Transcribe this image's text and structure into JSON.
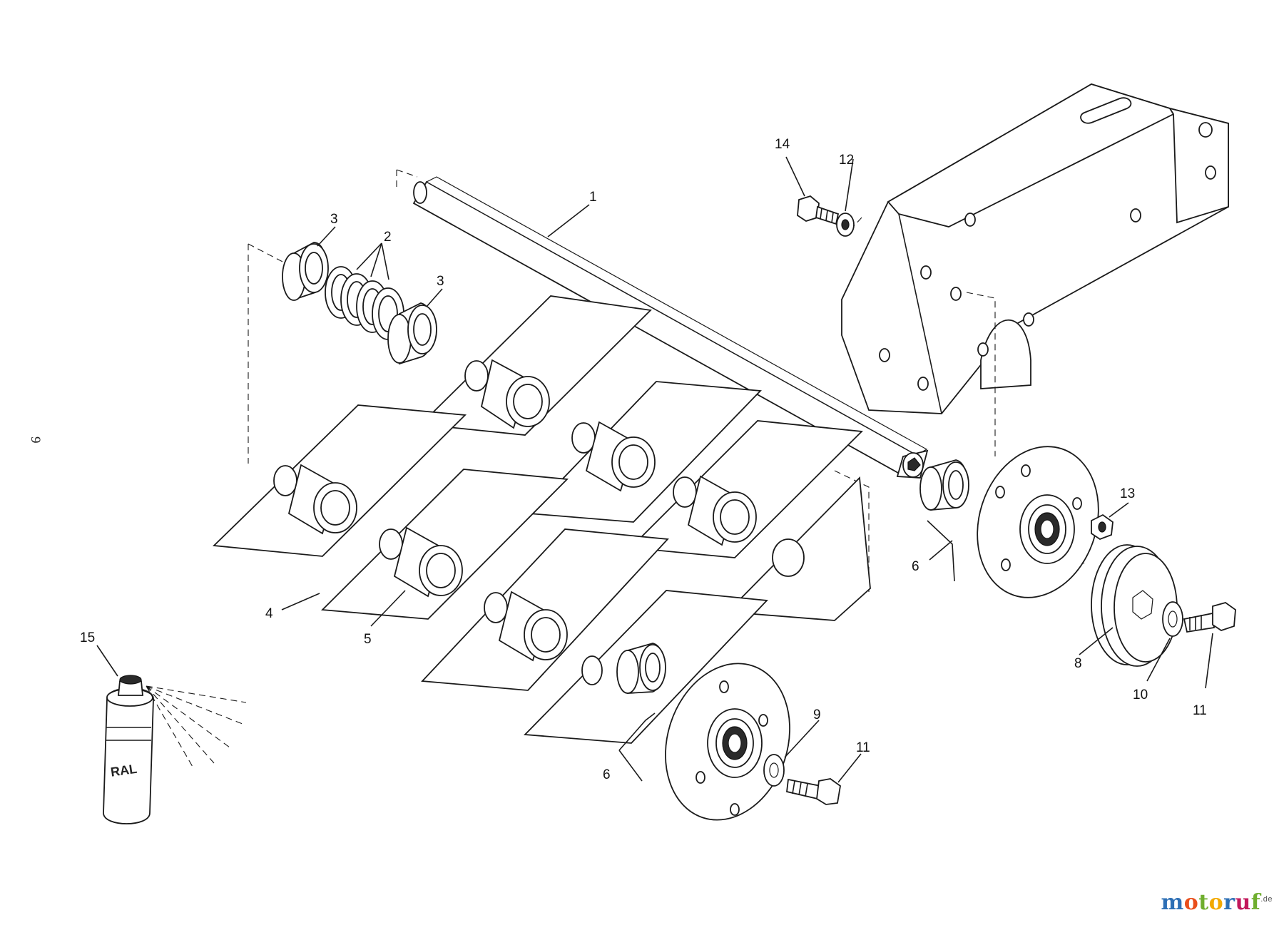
{
  "page_number": "9",
  "watermark": {
    "letters": [
      {
        "ch": "m",
        "color": "#2d6fb5"
      },
      {
        "ch": "o",
        "color": "#e94e1b"
      },
      {
        "ch": "t",
        "color": "#6fae2e"
      },
      {
        "ch": "o",
        "color": "#f2a900"
      },
      {
        "ch": "r",
        "color": "#2d6fb5"
      },
      {
        "ch": "u",
        "color": "#c2185b"
      },
      {
        "ch": "f",
        "color": "#6fae2e"
      }
    ],
    "suffix": ".de"
  },
  "callouts": {
    "c1": "1",
    "c2": "2",
    "c3a": "3",
    "c3b": "3",
    "c4": "4",
    "c5": "5",
    "c6a": "6",
    "c6b": "6",
    "c8": "8",
    "c9": "9",
    "c10": "10",
    "c11a": "11",
    "c11b": "11",
    "c12": "12",
    "c13": "13",
    "c14": "14",
    "c15": "15"
  },
  "spray_can_label": "RAL"
}
